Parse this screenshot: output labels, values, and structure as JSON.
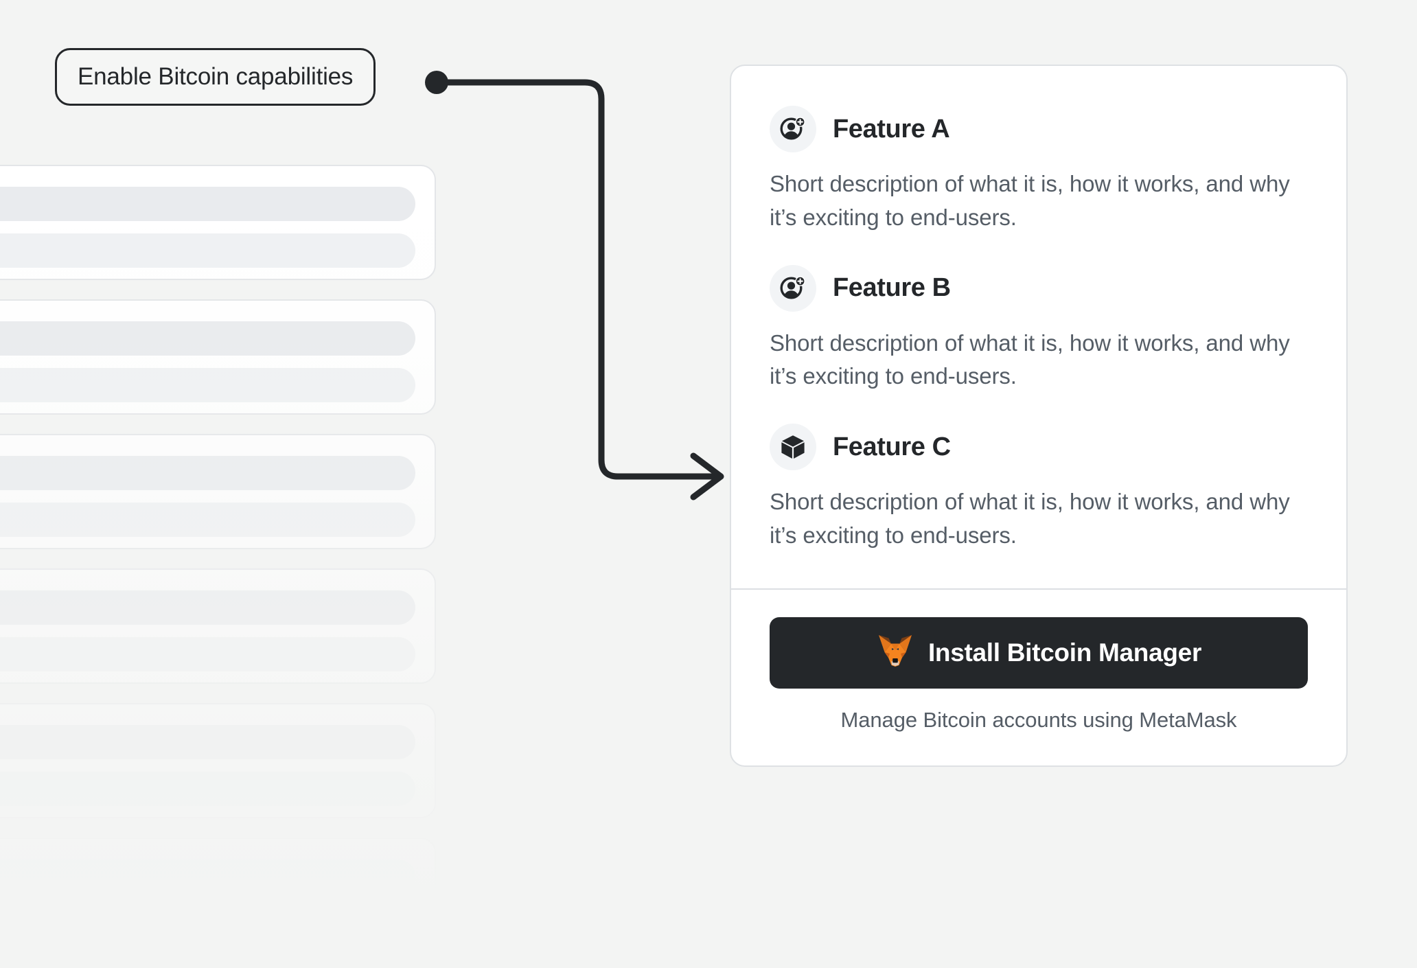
{
  "background_color": "#F3F4F3",
  "callout": {
    "label": "Enable Bitcoin capabilities",
    "border_color": "#24272A",
    "dot_color": "#24272A"
  },
  "connector": {
    "name": "arrow-connector",
    "color": "#24272A"
  },
  "skeleton": {
    "card_count": 6,
    "bars_per_card": 2
  },
  "card": {
    "border_color": "#DEE1E4",
    "features": [
      {
        "icon": "user-add-icon",
        "title": "Feature A",
        "description": "Short description of what it is, how it works, and why it’s exciting to end-users."
      },
      {
        "icon": "user-add-icon",
        "title": "Feature B",
        "description": "Short description of what it is, how it works, and why it’s exciting to end-users."
      },
      {
        "icon": "cube-icon",
        "title": "Feature C",
        "description": "Short description of what it is, how it works, and why it’s exciting to end-users."
      }
    ],
    "footer": {
      "install_button": {
        "label": "Install Bitcoin Manager",
        "icon": "metamask-fox-icon",
        "background_color": "#24272A",
        "text_color": "#FFFFFF"
      },
      "caption": "Manage Bitcoin accounts using MetaMask"
    }
  }
}
